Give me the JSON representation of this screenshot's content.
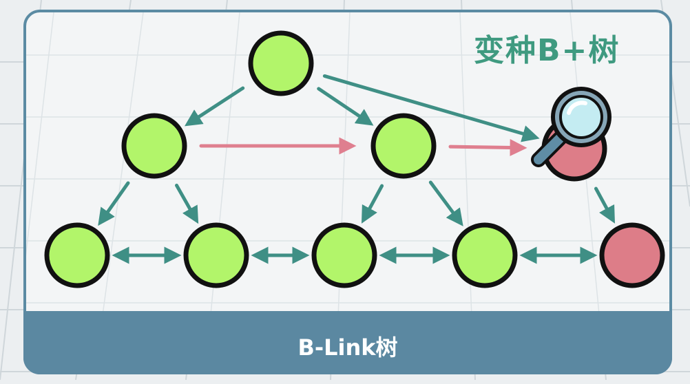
{
  "title": "变种B+树",
  "caption": "B-Link树",
  "colors": {
    "node_green": "#b2f56a",
    "node_red": "#dd7d88",
    "node_outline": "#111111",
    "arrow_teal": "#3f8f85",
    "arrow_pink": "#df7f8f",
    "title_color": "#3f9a80",
    "footer_bar": "#5b88a1",
    "card_border": "#5b8ba3"
  },
  "nodes": [
    {
      "id": "root",
      "level": "root",
      "state": "normal"
    },
    {
      "id": "mid-left",
      "level": "internal",
      "state": "normal"
    },
    {
      "id": "mid-center",
      "level": "internal",
      "state": "normal"
    },
    {
      "id": "mid-right",
      "level": "internal",
      "state": "searched"
    },
    {
      "id": "leaf-1",
      "level": "leaf",
      "state": "normal"
    },
    {
      "id": "leaf-2",
      "level": "leaf",
      "state": "normal"
    },
    {
      "id": "leaf-3",
      "level": "leaf",
      "state": "normal"
    },
    {
      "id": "leaf-4",
      "level": "leaf",
      "state": "normal"
    },
    {
      "id": "leaf-5",
      "level": "leaf",
      "state": "searched"
    }
  ],
  "edges": [
    {
      "from": "root",
      "to": "mid-left",
      "kind": "child"
    },
    {
      "from": "root",
      "to": "mid-center",
      "kind": "child"
    },
    {
      "from": "root",
      "to": "mid-right",
      "kind": "child"
    },
    {
      "from": "mid-left",
      "to": "leaf-1",
      "kind": "child"
    },
    {
      "from": "mid-left",
      "to": "leaf-2",
      "kind": "child"
    },
    {
      "from": "mid-center",
      "to": "leaf-3",
      "kind": "child"
    },
    {
      "from": "mid-center",
      "to": "leaf-4",
      "kind": "child"
    },
    {
      "from": "mid-right",
      "to": "leaf-5",
      "kind": "child"
    },
    {
      "from": "mid-left",
      "to": "mid-center",
      "kind": "right-link"
    },
    {
      "from": "mid-center",
      "to": "mid-right",
      "kind": "right-link"
    },
    {
      "from": "leaf-1",
      "to": "leaf-2",
      "kind": "sibling-link"
    },
    {
      "from": "leaf-2",
      "to": "leaf-3",
      "kind": "sibling-link"
    },
    {
      "from": "leaf-3",
      "to": "leaf-4",
      "kind": "sibling-link"
    },
    {
      "from": "leaf-4",
      "to": "leaf-5",
      "kind": "sibling-link"
    }
  ],
  "icons": [
    {
      "name": "magnifier-icon",
      "target": "mid-right"
    }
  ]
}
